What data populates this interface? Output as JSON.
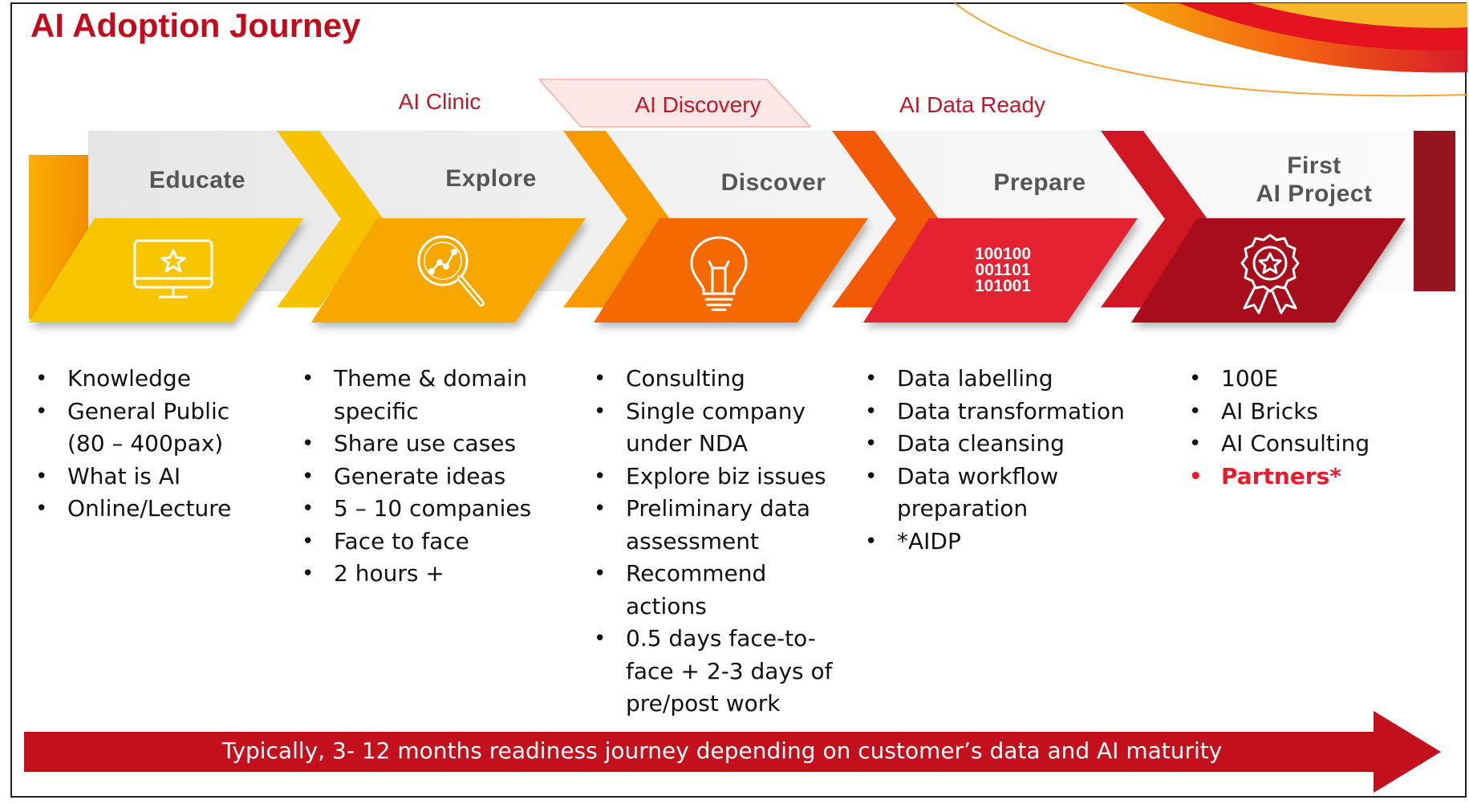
{
  "title": "AI Adoption Journey",
  "programs": [
    "AI Clinic",
    "AI Discovery",
    "AI Data Ready"
  ],
  "stages": [
    {
      "name_lines": [
        "Educate"
      ],
      "icon": "monitor-star-icon",
      "color": "#f7c600",
      "bullets": [
        {
          "text": "Knowledge"
        },
        {
          "text": "General Public (80 – 400pax)"
        },
        {
          "text": "What is AI"
        },
        {
          "text": "Online/Lecture"
        }
      ]
    },
    {
      "name_lines": [
        "Explore"
      ],
      "icon": "magnifier-chart-icon",
      "color": "#f8a700",
      "bullets": [
        {
          "text": "Theme & domain specific"
        },
        {
          "text": "Share use cases"
        },
        {
          "text": "Generate ideas"
        },
        {
          "text": "5 – 10 companies"
        },
        {
          "text": "Face to face"
        },
        {
          "text": "2 hours +"
        }
      ]
    },
    {
      "name_lines": [
        "Discover"
      ],
      "icon": "lightbulb-icon",
      "color": "#f46a05",
      "bullets": [
        {
          "text": "Consulting"
        },
        {
          "text": "Single company under NDA"
        },
        {
          "text": "Explore biz issues"
        },
        {
          "text": "Preliminary data assessment"
        },
        {
          "text": "Recommend actions"
        },
        {
          "text": "0.5 days face-to-face + 2-3 days of pre/post work"
        }
      ]
    },
    {
      "name_lines": [
        "Prepare"
      ],
      "icon": "binary-data-icon",
      "icon_text": [
        "100100",
        "001101",
        "101001"
      ],
      "color": "#e52330",
      "bullets": [
        {
          "text": "Data labelling"
        },
        {
          "text": "Data transformation"
        },
        {
          "text": "Data cleansing"
        },
        {
          "text": "Data workflow preparation"
        },
        {
          "text": "*AIDP"
        }
      ]
    },
    {
      "name_lines": [
        "First",
        "AI Project"
      ],
      "icon": "award-ribbon-icon",
      "color": "#a8111d",
      "bullets": [
        {
          "text": "100E"
        },
        {
          "text": "AI Bricks"
        },
        {
          "text": "AI Consulting"
        },
        {
          "text": "Partners*",
          "highlight": true
        }
      ]
    }
  ],
  "bottom_banner": "Typically, 3- 12 months readiness journey depending on customer’s data and AI maturity"
}
